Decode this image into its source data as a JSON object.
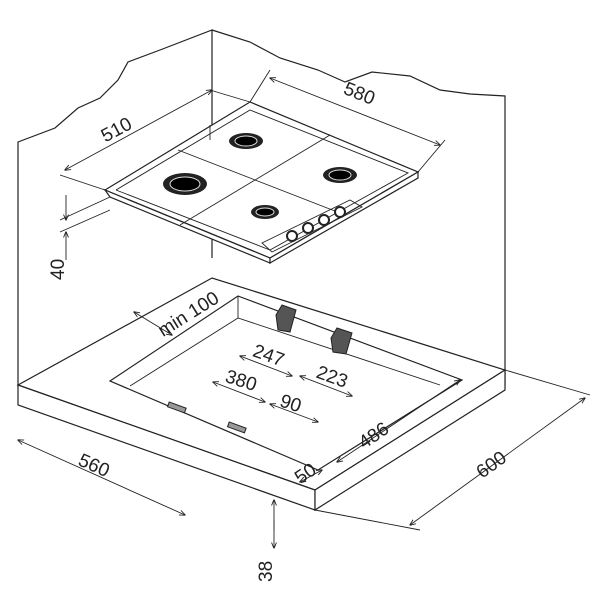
{
  "dimensions": {
    "hob_width": "580",
    "hob_depth": "510",
    "hob_height": "40",
    "min_back_clearance": "min 100",
    "bracket_spacing_left": "247",
    "bracket_spacing_right": "223",
    "clip_spacing_left": "380",
    "clip_spacing_right": "90",
    "cutout_depth": "486",
    "cutout_width": "560",
    "front_offset": "50",
    "worktop_depth": "600",
    "worktop_thickness": "38"
  },
  "colors": {
    "line": "#222222",
    "bracket": "#555555"
  }
}
